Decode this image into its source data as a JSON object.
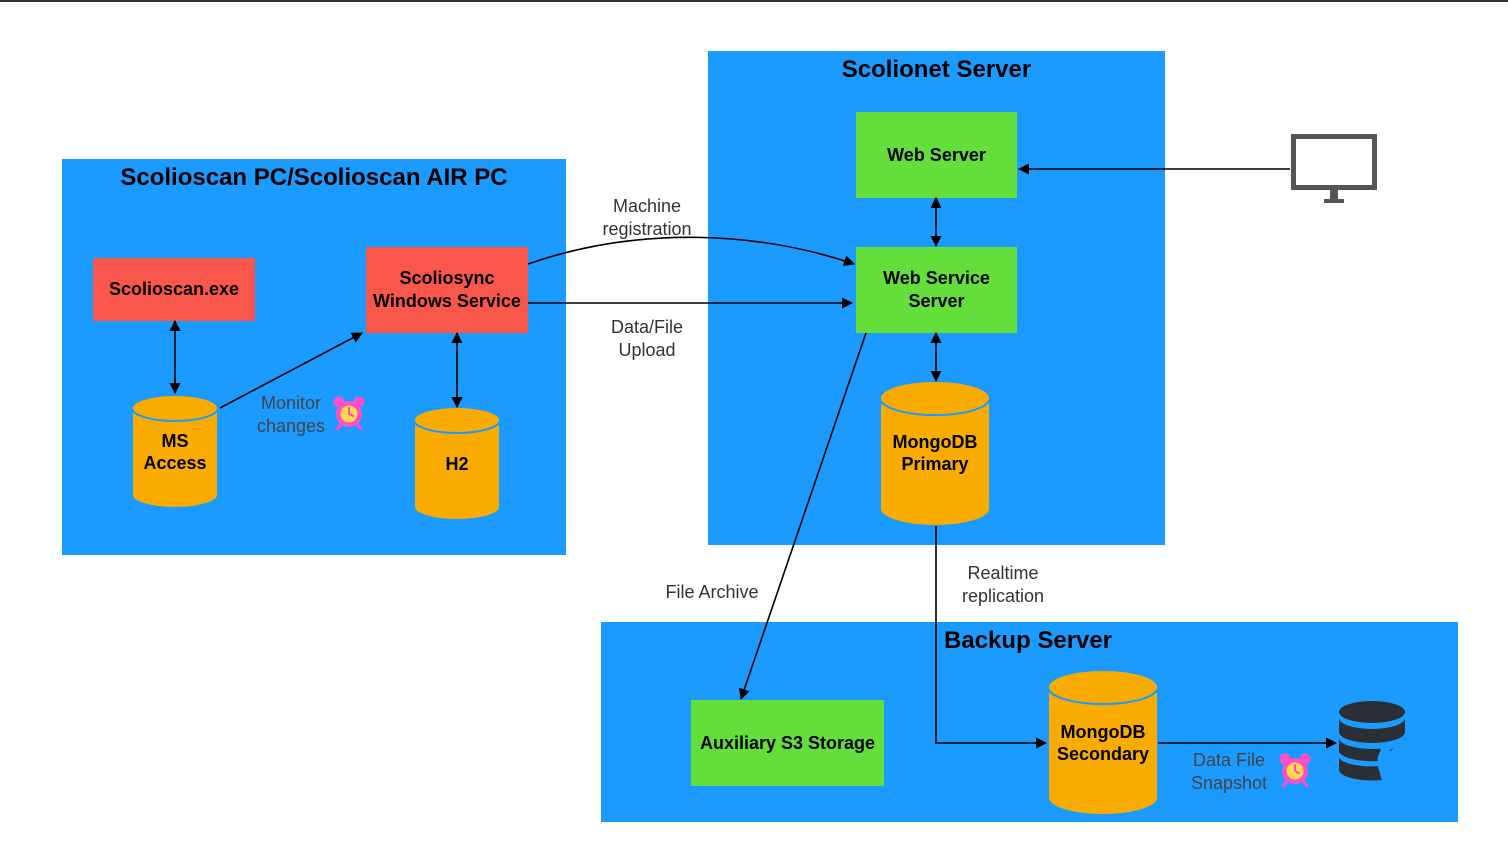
{
  "panels": {
    "pc_title": "Scolioscan PC/Scolioscan AIR PC",
    "server_title": "Scolionet Server",
    "backup_title": "Backup Server"
  },
  "nodes": {
    "scolioscan_exe": "Scolioscan.exe",
    "scoliosync_line1": "Scoliosync",
    "scoliosync_line2": "Windows Service",
    "ms_access_line1": "MS",
    "ms_access_line2": "Access",
    "h2": "H2",
    "web_server": "Web Server",
    "web_service_line1": "Web Service",
    "web_service_line2": "Server",
    "mongo_primary_line1": "MongoDB",
    "mongo_primary_line2": "Primary",
    "aux_s3": "Auxiliary S3 Storage",
    "mongo_secondary_line1": "MongoDB",
    "mongo_secondary_line2": "Secondary"
  },
  "edge_labels": {
    "machine_reg_line1": "Machine",
    "machine_reg_line2": "registration",
    "data_upload_line1": "Data/File",
    "data_upload_line2": "Upload",
    "monitor_line1": "Monitor",
    "monitor_line2": "changes",
    "file_archive": "File Archive",
    "realtime_line1": "Realtime",
    "realtime_line2": "replication",
    "snapshot_line1": "Data File",
    "snapshot_line2": "Snapshot"
  },
  "colors": {
    "panel": "#1b9bff",
    "service_box": "#f9574b",
    "server_box": "#63de3a",
    "database": "#f9ab00",
    "alarm_icon": "#ff4fc8",
    "monitor_icon": "#555555"
  },
  "icons": {
    "client": "desktop-monitor-icon",
    "monitor_alarm": "alarm-clock-icon",
    "snapshot_alarm": "alarm-clock-icon",
    "backup": "database-restore-icon"
  }
}
